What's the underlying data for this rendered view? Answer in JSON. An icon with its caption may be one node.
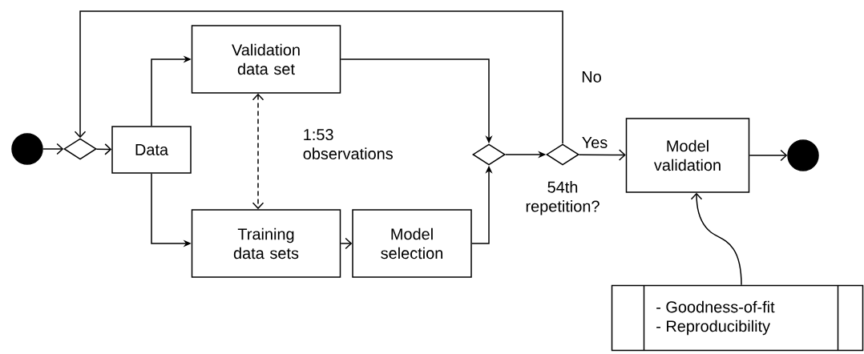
{
  "diagram": {
    "nodes": [
      {
        "text": [],
        "shape": "circle"
      },
      {
        "text": [],
        "shape": "diamond"
      },
      {
        "text": [
          "Data"
        ]
      },
      {
        "text": [
          "Validation data set"
        ]
      },
      {
        "text": [
          "Training data sets"
        ]
      },
      {
        "text": [
          "Model selection"
        ]
      },
      {
        "text": [],
        "shape": "diamond"
      },
      {
        "text": [],
        "shape": "diamond",
        "beside": [
          "54th repetition?"
        ]
      },
      {
        "text": [
          "Model validation"
        ]
      },
      {
        "text": [],
        "shape": "circle"
      },
      {
        "text": [
          "- Goodness-of-fit",
          "- Reproducibility"
        ]
      }
    ],
    "edges": [
      {
        "from": 0,
        "to": 1,
        "arrow": "to"
      },
      {
        "from": 1,
        "to": 2,
        "arrow": "to"
      },
      {
        "from": 2,
        "to": 3,
        "arrow": "to"
      },
      {
        "from": 2,
        "to": 4,
        "arrow": "to"
      },
      {
        "from": 3,
        "to": 4,
        "arrow": "both",
        "style": "dashed",
        "label": "1:53 observations"
      },
      {
        "from": 4,
        "to": 5,
        "arrow": "to"
      },
      {
        "from": 3,
        "to": 6,
        "arrow": "to"
      },
      {
        "from": 5,
        "to": 6,
        "arrow": "to"
      },
      {
        "from": 6,
        "to": 7,
        "arrow": "to"
      },
      {
        "from": 7,
        "to": 8,
        "arrow": "to",
        "label": "Yes"
      },
      {
        "from": 7,
        "to": 1,
        "arrow": "to",
        "label": "No"
      },
      {
        "from": 10,
        "to": 8,
        "arrow": "to"
      },
      {
        "from": 8,
        "to": 9,
        "arrow": "to"
      }
    ]
  }
}
